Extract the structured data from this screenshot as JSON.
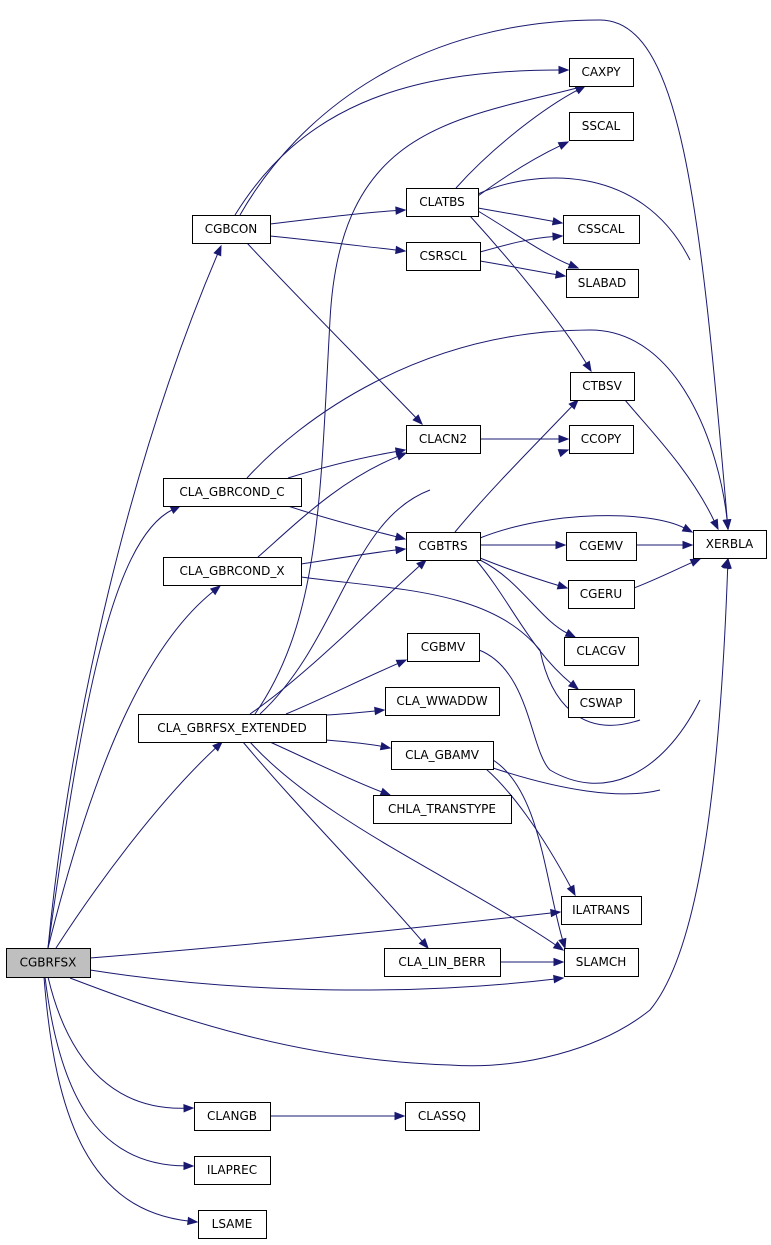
{
  "graph": {
    "type": "call-graph",
    "root": "CGBRFSX",
    "colors": {
      "edge": "#191970",
      "node_fill": "#ffffff",
      "root_fill": "#bfbfbf",
      "node_border": "#000000"
    },
    "nodes": [
      {
        "id": "CGBRFSX",
        "label": "CGBRFSX"
      },
      {
        "id": "CGBCON",
        "label": "CGBCON"
      },
      {
        "id": "CLA_GBRCOND_C",
        "label": "CLA_GBRCOND_C"
      },
      {
        "id": "CLA_GBRCOND_X",
        "label": "CLA_GBRCOND_X"
      },
      {
        "id": "CLA_GBRFSX_EXTENDED",
        "label": "CLA_GBRFSX_EXTENDED"
      },
      {
        "id": "CLANGB",
        "label": "CLANGB"
      },
      {
        "id": "ILAPREC",
        "label": "ILAPREC"
      },
      {
        "id": "LSAME",
        "label": "LSAME"
      },
      {
        "id": "CLATBS",
        "label": "CLATBS"
      },
      {
        "id": "CSRSCL",
        "label": "CSRSCL"
      },
      {
        "id": "CLACN2",
        "label": "CLACN2"
      },
      {
        "id": "CGBTRS",
        "label": "CGBTRS"
      },
      {
        "id": "CGBMV",
        "label": "CGBMV"
      },
      {
        "id": "CLA_WWADDW",
        "label": "CLA_WWADDW"
      },
      {
        "id": "CLA_GBAMV",
        "label": "CLA_GBAMV"
      },
      {
        "id": "CHLA_TRANSTYPE",
        "label": "CHLA_TRANSTYPE"
      },
      {
        "id": "CLA_LIN_BERR",
        "label": "CLA_LIN_BERR"
      },
      {
        "id": "CLASSQ",
        "label": "CLASSQ"
      },
      {
        "id": "CAXPY",
        "label": "CAXPY"
      },
      {
        "id": "SSCAL",
        "label": "SSCAL"
      },
      {
        "id": "CSSCAL",
        "label": "CSSCAL"
      },
      {
        "id": "SLABAD",
        "label": "SLABAD"
      },
      {
        "id": "CTBSV",
        "label": "CTBSV"
      },
      {
        "id": "CCOPY",
        "label": "CCOPY"
      },
      {
        "id": "CGEMV",
        "label": "CGEMV"
      },
      {
        "id": "CGERU",
        "label": "CGERU"
      },
      {
        "id": "CLACGV",
        "label": "CLACGV"
      },
      {
        "id": "CSWAP",
        "label": "CSWAP"
      },
      {
        "id": "ILATRANS",
        "label": "ILATRANS"
      },
      {
        "id": "SLAMCH",
        "label": "SLAMCH"
      },
      {
        "id": "XERBLA",
        "label": "XERBLA"
      }
    ],
    "edges": [
      {
        "from": "CGBRFSX",
        "to": "CGBCON"
      },
      {
        "from": "CGBRFSX",
        "to": "CLA_GBRCOND_C"
      },
      {
        "from": "CGBRFSX",
        "to": "CLA_GBRCOND_X"
      },
      {
        "from": "CGBRFSX",
        "to": "CLA_GBRFSX_EXTENDED"
      },
      {
        "from": "CGBRFSX",
        "to": "CLANGB"
      },
      {
        "from": "CGBRFSX",
        "to": "ILAPREC"
      },
      {
        "from": "CGBRFSX",
        "to": "LSAME"
      },
      {
        "from": "CGBRFSX",
        "to": "ILATRANS"
      },
      {
        "from": "CGBRFSX",
        "to": "SLAMCH"
      },
      {
        "from": "CGBRFSX",
        "to": "XERBLA"
      },
      {
        "from": "CGBCON",
        "to": "CAXPY"
      },
      {
        "from": "CGBCON",
        "to": "CLATBS"
      },
      {
        "from": "CGBCON",
        "to": "CSRSCL"
      },
      {
        "from": "CGBCON",
        "to": "CLACN2"
      },
      {
        "from": "CGBCON",
        "to": "XERBLA"
      },
      {
        "from": "CLATBS",
        "to": "CAXPY"
      },
      {
        "from": "CLATBS",
        "to": "SSCAL"
      },
      {
        "from": "CLATBS",
        "to": "CSSCAL"
      },
      {
        "from": "CLATBS",
        "to": "SLABAD"
      },
      {
        "from": "CLATBS",
        "to": "CTBSV"
      },
      {
        "from": "CLATBS",
        "to": "XERBLA"
      },
      {
        "from": "CSRSCL",
        "to": "CSSCAL"
      },
      {
        "from": "CSRSCL",
        "to": "SLABAD"
      },
      {
        "from": "CLACN2",
        "to": "CCOPY"
      },
      {
        "from": "CLA_GBRCOND_C",
        "to": "CLACN2"
      },
      {
        "from": "CLA_GBRCOND_C",
        "to": "CGBTRS"
      },
      {
        "from": "CLA_GBRCOND_C",
        "to": "XERBLA"
      },
      {
        "from": "CLA_GBRCOND_X",
        "to": "CLACN2"
      },
      {
        "from": "CLA_GBRCOND_X",
        "to": "CGBTRS"
      },
      {
        "from": "CLA_GBRCOND_X",
        "to": "XERBLA"
      },
      {
        "from": "CGBTRS",
        "to": "CTBSV"
      },
      {
        "from": "CGBTRS",
        "to": "CGEMV"
      },
      {
        "from": "CGBTRS",
        "to": "CGERU"
      },
      {
        "from": "CGBTRS",
        "to": "CLACGV"
      },
      {
        "from": "CGBTRS",
        "to": "CSWAP"
      },
      {
        "from": "CGBTRS",
        "to": "XERBLA"
      },
      {
        "from": "CTBSV",
        "to": "XERBLA"
      },
      {
        "from": "CGEMV",
        "to": "XERBLA"
      },
      {
        "from": "CGERU",
        "to": "XERBLA"
      },
      {
        "from": "CLA_GBRFSX_EXTENDED",
        "to": "CAXPY"
      },
      {
        "from": "CLA_GBRFSX_EXTENDED",
        "to": "CCOPY"
      },
      {
        "from": "CLA_GBRFSX_EXTENDED",
        "to": "CGBTRS"
      },
      {
        "from": "CLA_GBRFSX_EXTENDED",
        "to": "CGBMV"
      },
      {
        "from": "CLA_GBRFSX_EXTENDED",
        "to": "CLA_WWADDW"
      },
      {
        "from": "CLA_GBRFSX_EXTENDED",
        "to": "CLA_GBAMV"
      },
      {
        "from": "CLA_GBRFSX_EXTENDED",
        "to": "CHLA_TRANSTYPE"
      },
      {
        "from": "CLA_GBRFSX_EXTENDED",
        "to": "CLA_LIN_BERR"
      },
      {
        "from": "CLA_GBRFSX_EXTENDED",
        "to": "SLAMCH"
      },
      {
        "from": "CGBMV",
        "to": "XERBLA"
      },
      {
        "from": "CLA_GBAMV",
        "to": "ILATRANS"
      },
      {
        "from": "CLA_GBAMV",
        "to": "SLAMCH"
      },
      {
        "from": "CLA_GBAMV",
        "to": "XERBLA"
      },
      {
        "from": "CLA_LIN_BERR",
        "to": "SLAMCH"
      },
      {
        "from": "CLANGB",
        "to": "CLASSQ"
      }
    ]
  }
}
